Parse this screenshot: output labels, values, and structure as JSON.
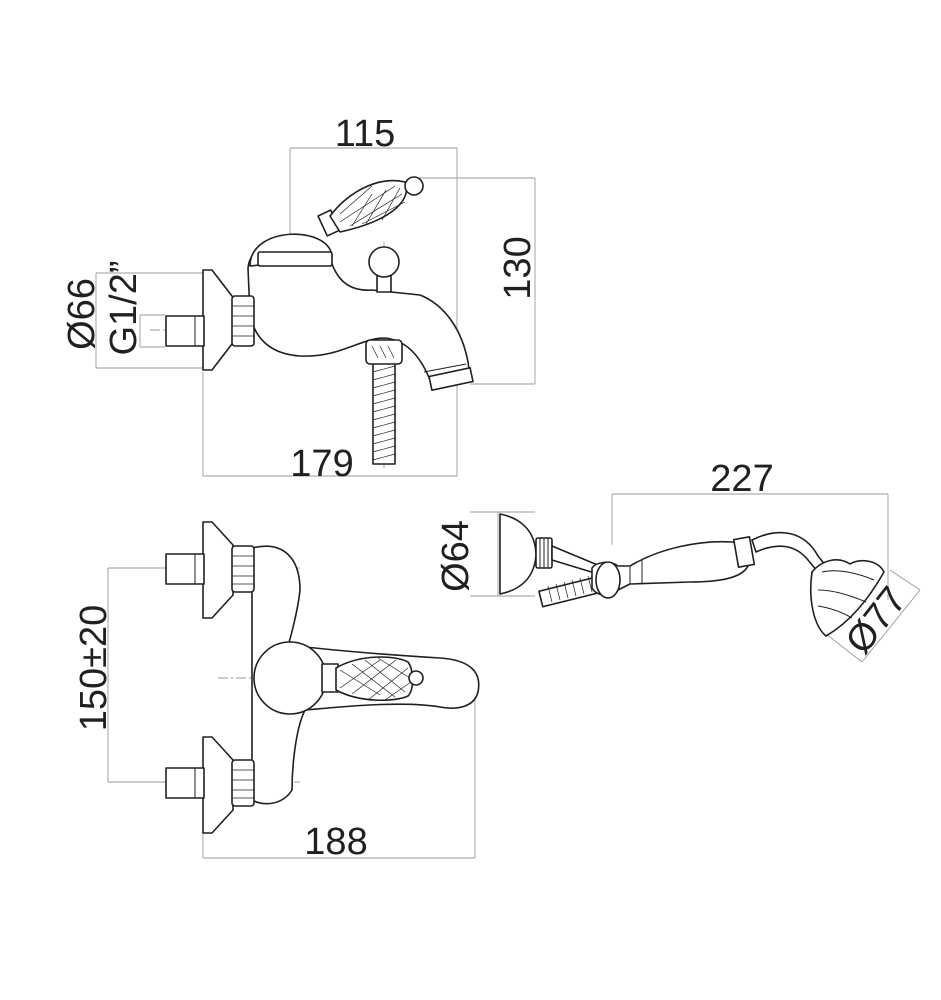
{
  "views": {
    "side": {
      "width_label": "115",
      "height_label": "130",
      "depth_label": "179",
      "flange_label": "Ø66",
      "thread_label": "G1/2”"
    },
    "front": {
      "center_distance_label": "150±20",
      "width_label": "188"
    },
    "shower": {
      "length_label": "227",
      "holder_label": "Ø64",
      "head_label": "Ø77"
    }
  },
  "colors": {
    "line": "#231f20",
    "dimension": "#9a9a9a",
    "background": "#ffffff"
  }
}
